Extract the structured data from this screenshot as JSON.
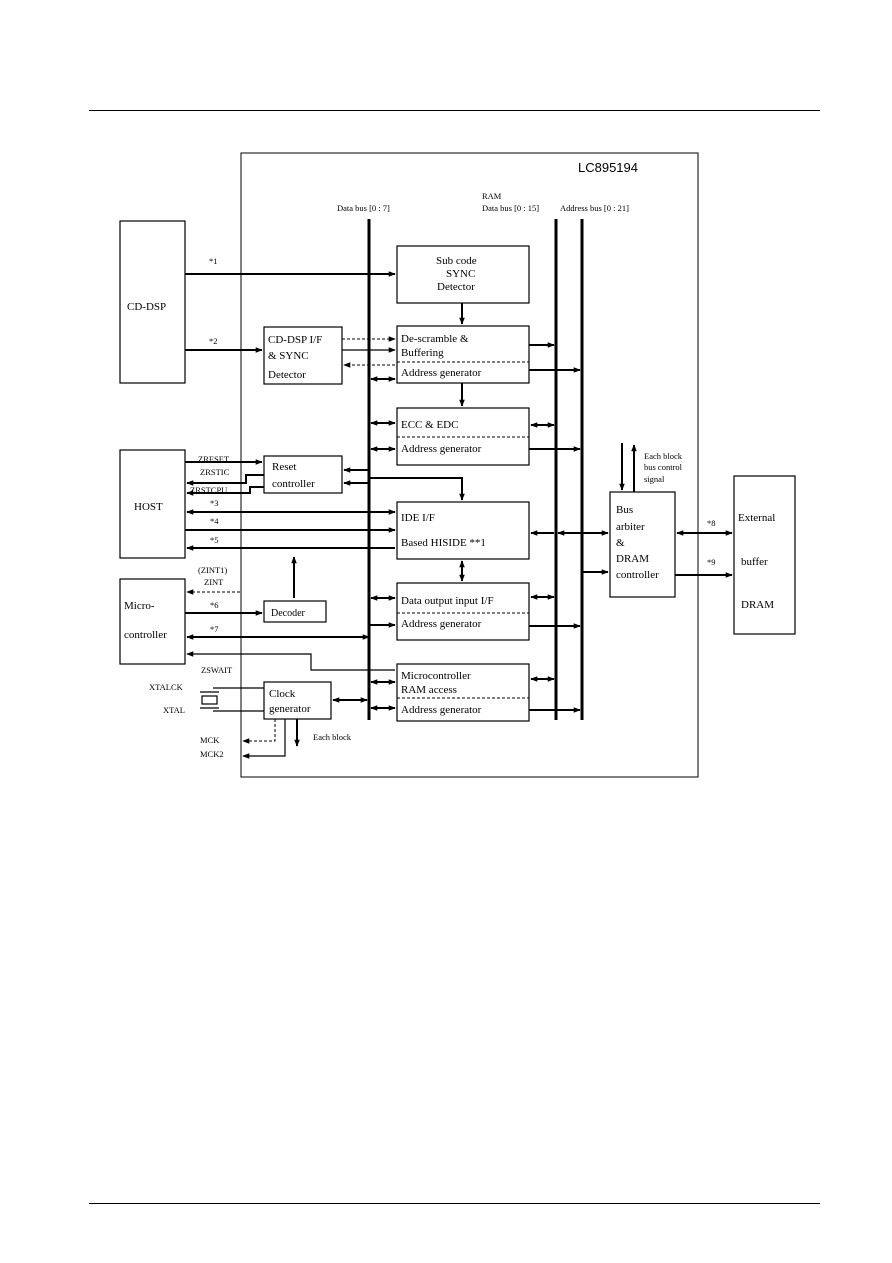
{
  "chip_name": "LC895194",
  "bus_labels": {
    "data_bus": "Data bus [0 : 7]",
    "ram": "RAM",
    "ram_data_bus": "Data bus [0 : 15]",
    "address_bus": "Address bus [0 : 21]"
  },
  "external": {
    "cd_dsp": "CD-DSP",
    "host": "HOST",
    "micro_line1": "Micro-",
    "micro_line2": "controller",
    "ext_line1": "External",
    "ext_line2": "buffer",
    "ext_line3": "DRAM"
  },
  "blocks": {
    "subcode_1": "Sub code",
    "subcode_2": "SYNC",
    "subcode_3": "Detector",
    "cddsp_if_1": "CD-DSP I/F",
    "cddsp_if_2": "& SYNC",
    "cddsp_if_3": "Detector",
    "descramble_1": "De-scramble &",
    "descramble_2": "Buffering",
    "addr_gen": "Address generator",
    "ecc": "ECC & EDC",
    "reset_1": "Reset",
    "reset_2": "controller",
    "ide_1": "IDE I/F",
    "ide_2": "Based HISIDE  **1",
    "data_output": "Data output input I/F",
    "decoder": "Decoder",
    "mcu_ram_1": "Microcontroller",
    "mcu_ram_2": "RAM access",
    "clock_1": "Clock",
    "clock_2": "generator",
    "bus_arb_1": "Bus",
    "bus_arb_2": "arbiter",
    "bus_arb_3": "&",
    "bus_arb_4": "DRAM",
    "bus_arb_5": "controller",
    "bus_ctrl_1": "Each block",
    "bus_ctrl_2": "bus control",
    "bus_ctrl_3": "signal"
  },
  "signals": {
    "s1": "*1",
    "s2": "*2",
    "s3": "*3",
    "s4": "*4",
    "s5": "*5",
    "s6": "*6",
    "s7": "*7",
    "s8": "*8",
    "s9": "*9",
    "zreset": "ZRESET",
    "zrstic": "ZRSTIC",
    "zrstcpu": "ZRSTCPU",
    "zint1": "(ZINT1)",
    "zint": "ZINT",
    "zswait": "ZSWAIT",
    "xtalck": "XTALCK",
    "xtal": "XTAL",
    "mck": "MCK",
    "mck2": "MCK2",
    "each_block": "Each block"
  }
}
